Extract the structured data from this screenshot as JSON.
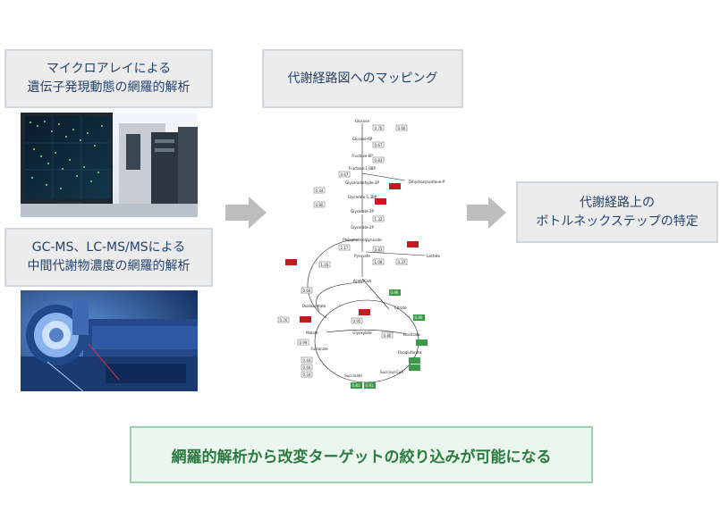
{
  "boxes": {
    "microarray": "マイクロアレイによる\n遺伝子発現動態の網羅的解析",
    "gcms": "GC-MS、LC-MS/MSによる\n中間代謝物濃度の網羅的解析",
    "mapping": "代謝経路図へのマッピング",
    "bottleneck": "代謝経路上の\nボトルネックステップの特定"
  },
  "conclusion": "網羅的解析から改変ターゲットの絞り込みが可能になる",
  "colors": {
    "up": "#c8191e",
    "down": "#3a9a48",
    "arrow": "#bdbdbd",
    "box_bg": "#ececec",
    "conclusion_text": "#2b7a3f"
  },
  "pathway": {
    "metabolites": {
      "glucose": "Glucose",
      "g6p": "Glucose-6P",
      "f6p": "Fructose-6P",
      "fbp": "Fructose-1,6BP",
      "g3p": "Glyceraldehyde-3P",
      "dhap": "Dihydroxyacetone-P",
      "bpg": "Glycerate-1,3BP",
      "pg3": "Glycerate-3P",
      "pg2": "Glycerate-2P",
      "pep": "Phosphoenolpyruvate",
      "pyruvate": "Pyruvate",
      "lactate": "Lactate",
      "accoa": "AcetylCoA",
      "citrate": "Citrate",
      "isocitrate": "Isocitrate",
      "oxoglutarate": "Oxoglutarate",
      "succoa": "Succinyl-CoA",
      "succinate": "Succinate",
      "fumarate": "Fumarate",
      "malate": "Malate",
      "oxaloacetate": "Oxaloacetate",
      "glyoxylate": "Glyoxylate"
    },
    "values": [
      "0.76",
      "0.66",
      "0.67",
      "0.83",
      "0.67",
      "0.44",
      "0.80",
      "1.32",
      "1.05",
      "1.08",
      "2.17",
      "0.83",
      "0.37",
      "0.95",
      "0.66",
      "0.76",
      "0.80",
      "0.99",
      "0.44",
      "0.66",
      "0.34",
      "0.96",
      "0.86",
      "0.81",
      "0.91"
    ]
  }
}
